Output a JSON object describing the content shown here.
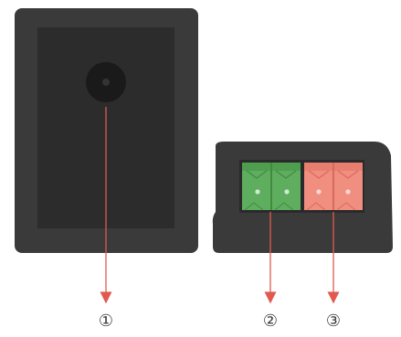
{
  "callouts": [
    {
      "id": "1",
      "label": "①",
      "target": "mounting-hole"
    },
    {
      "id": "2",
      "label": "②",
      "target": "green-terminal-block"
    },
    {
      "id": "3",
      "label": "③",
      "target": "orange-terminal-block"
    }
  ],
  "colors": {
    "housing": "#3a3a3a",
    "housing_inner": "#2c2c2c",
    "hole": "#1a1a1a",
    "green_terminal": "#5fae5f",
    "green_terminal_dark": "#3f8c3f",
    "orange_terminal": "#f08e80",
    "orange_terminal_dark": "#d86b5d",
    "arrow": "#e05a4f",
    "label_text": "#3a3a3a"
  }
}
